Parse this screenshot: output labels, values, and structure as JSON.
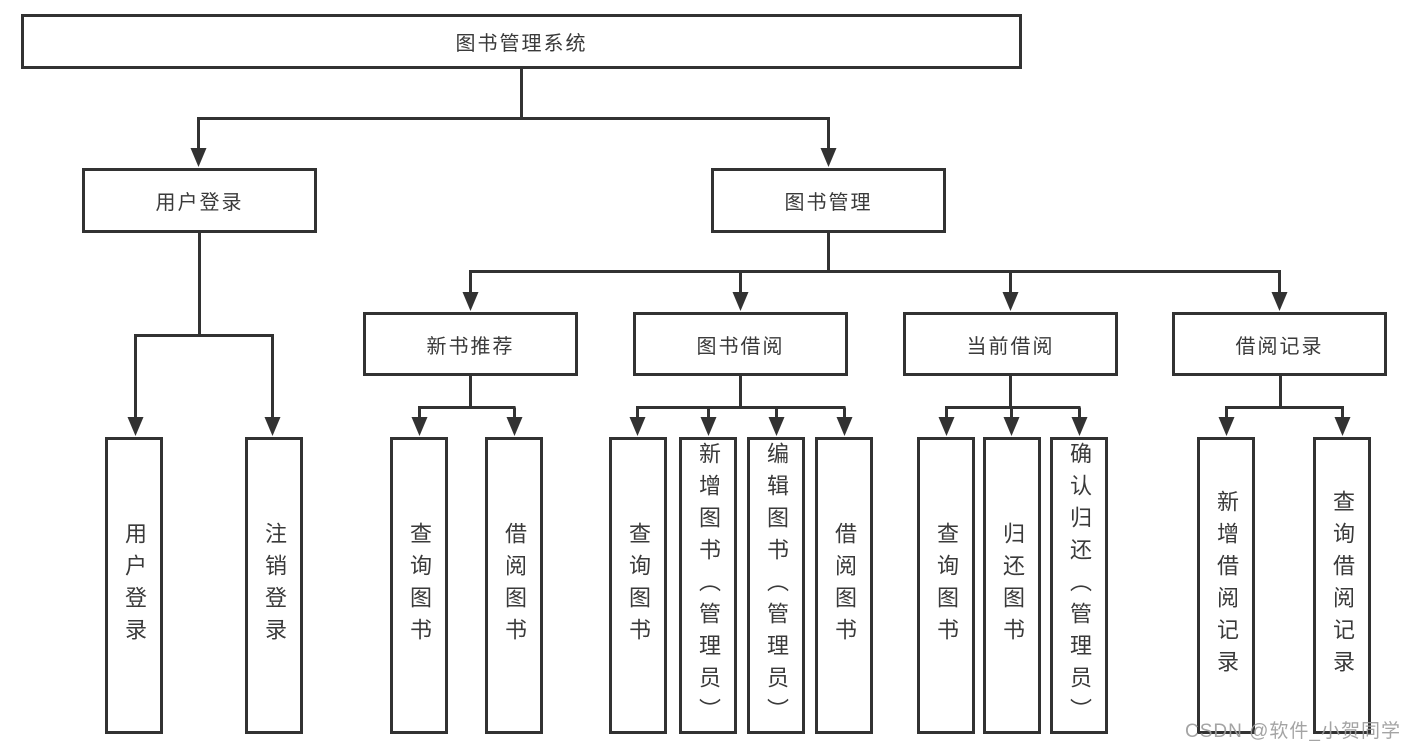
{
  "diagram": {
    "title": "图书管理系统",
    "level2": [
      {
        "label": "用户登录"
      },
      {
        "label": "图书管理"
      }
    ],
    "level3": [
      {
        "label": "新书推荐"
      },
      {
        "label": "图书借阅"
      },
      {
        "label": "当前借阅"
      },
      {
        "label": "借阅记录"
      }
    ],
    "leaves": {
      "user_login": [
        "用户登录",
        "注销登录"
      ],
      "new_book_recommend": [
        "查询图书",
        "借阅图书"
      ],
      "book_borrow": [
        "查询图书",
        "新增图书（管理员）",
        "编辑图书（管理员）",
        "借阅图书"
      ],
      "current_borrow": [
        "查询图书",
        "归还图书",
        "确认归还（管理员）"
      ],
      "borrow_record": [
        "新增借阅记录",
        "查询借阅记录"
      ]
    }
  },
  "watermark": "CSDN @软件_小贺同学",
  "colors": {
    "line": "#323232",
    "text": "#3a3a3a",
    "watermark": "#9d9d9d",
    "background": "#ffffff"
  }
}
